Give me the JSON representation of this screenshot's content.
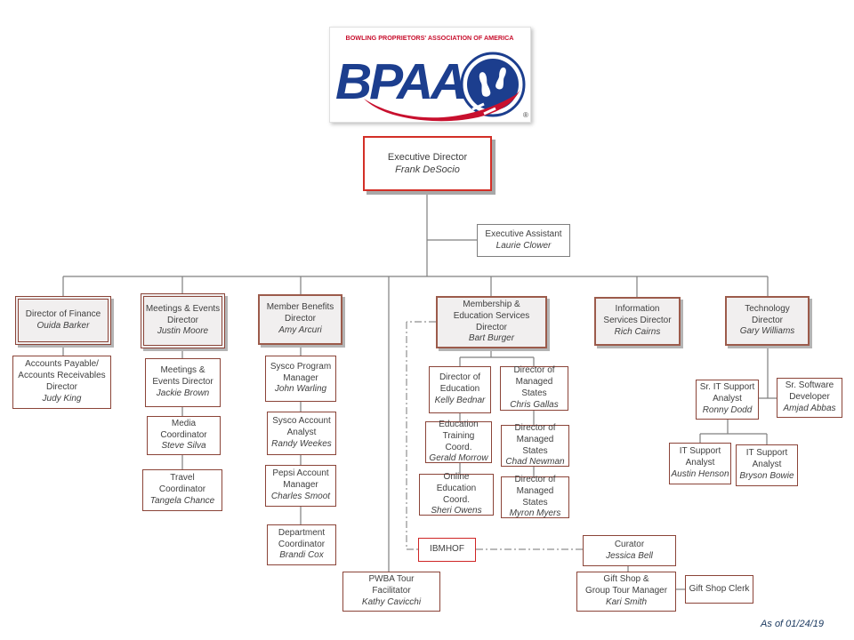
{
  "logo": {
    "tagline": "BOWLING PROPRIETORS' ASSOCIATION OF AMERICA",
    "acronym": "BPAA",
    "registered": "®"
  },
  "footer": {
    "as_of": "As of 01/24/19"
  },
  "colors": {
    "logo_blue": "#1c3e8e",
    "logo_red": "#c8102e",
    "exec_border_red": "#d32f27",
    "box_border_brown": "#8b4438",
    "level2_fill_gray": "#f1efef",
    "connector_gray": "#7f7f7f",
    "footer_navy": "#17365d"
  },
  "boxes": {
    "executive_director": {
      "title": "Executive Director",
      "person": "Frank DeSocio"
    },
    "executive_assistant": {
      "title": "Executive Assistant",
      "person": "Laurie Clower"
    },
    "director_finance": {
      "title": "Director of Finance",
      "person": "Ouida Barker"
    },
    "meetings_events_director": {
      "title": "Meetings & Events\nDirector",
      "person": "Justin Moore"
    },
    "member_benefits_director": {
      "title": "Member Benefits\nDirector",
      "person": "Amy Arcuri"
    },
    "membership_education_director": {
      "title": "Membership &\nEducation Services\nDirector",
      "person": "Bart Burger"
    },
    "information_services_director": {
      "title": "Information\nServices Director",
      "person": "Rich Cairns"
    },
    "technology_director": {
      "title": "Technology\nDirector",
      "person": "Gary Williams"
    },
    "accounts_payable_director": {
      "title": "Accounts Payable/\nAccounts Receivables\nDirector",
      "person": "Judy King"
    },
    "meetings_events_director_2": {
      "title": "Meetings &\nEvents Director",
      "person": "Jackie Brown"
    },
    "media_coordinator": {
      "title": "Media\nCoordinator",
      "person": "Steve Silva"
    },
    "travel_coordinator": {
      "title": "Travel\nCoordinator",
      "person": "Tangela Chance"
    },
    "sysco_program_manager": {
      "title": "Sysco Program\nManager",
      "person": "John Warling"
    },
    "sysco_account_analyst": {
      "title": "Sysco Account\nAnalyst",
      "person": "Randy Weekes"
    },
    "pepsi_account_manager": {
      "title": "Pepsi Account\nManager",
      "person": "Charles Smoot"
    },
    "department_coordinator": {
      "title": "Department\nCoordinator",
      "person": "Brandi Cox"
    },
    "pwba_tour_facilitator": {
      "title": "PWBA Tour\nFacilitator",
      "person": "Kathy Cavicchi"
    },
    "director_education": {
      "title": "Director of\nEducation",
      "person": "Kelly Bednar"
    },
    "director_managed_states_1": {
      "title": "Director of\nManaged States",
      "person": "Chris Gallas"
    },
    "education_training_coord": {
      "title": "Education\nTraining Coord.",
      "person": "Gerald Morrow"
    },
    "director_managed_states_2": {
      "title": "Director of\nManaged States",
      "person": "Chad Newman"
    },
    "online_education_coord": {
      "title": "Online Education\nCoord.",
      "person": "Sheri Owens"
    },
    "director_managed_states_3": {
      "title": "Director of\nManaged States",
      "person": "Myron Myers"
    },
    "ibmhof": {
      "title": "IBMHOF"
    },
    "sr_it_support_analyst": {
      "title": "Sr. IT Support\nAnalyst",
      "person": "Ronny Dodd"
    },
    "sr_software_developer": {
      "title": "Sr. Software\nDeveloper",
      "person": "Amjad Abbas"
    },
    "it_support_analyst_1": {
      "title": "IT Support\nAnalyst",
      "person": "Austin Henson"
    },
    "it_support_analyst_2": {
      "title": "IT Support\nAnalyst",
      "person": "Bryson Bowie"
    },
    "curator": {
      "title": "Curator",
      "person": "Jessica Bell"
    },
    "gift_shop_manager": {
      "title": "Gift Shop &\nGroup Tour Manager",
      "person": "Kari Smith"
    },
    "gift_shop_clerk": {
      "title": "Gift Shop Clerk"
    }
  }
}
